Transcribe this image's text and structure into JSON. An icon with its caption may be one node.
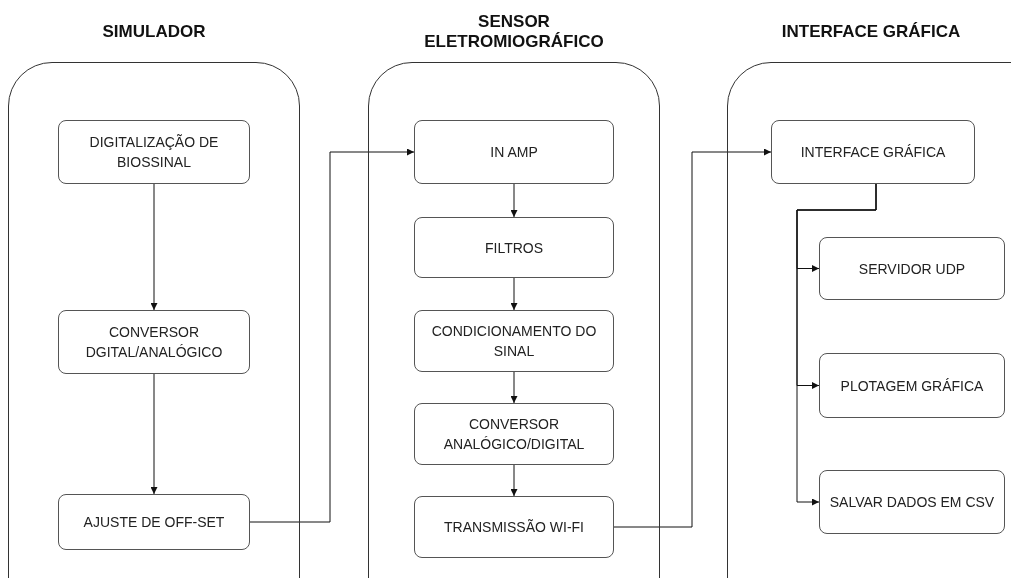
{
  "diagram": {
    "nodes": [
      {
        "text": [
          "SIMULADOR"
        ]
      },
      {
        "text": [
          "DIGITALIZAÇÃO DE BIOSSINAL"
        ],
        "in": 0
      },
      {
        "text": [
          "CONVERSOR DGITAL/ANALÓGICO"
        ],
        "in": 0
      },
      {
        "text": [
          "AJUSTE DE OFF-SET"
        ],
        "in": 0
      },
      {
        "text": [
          "SENSOR ELETROMIOGRÁFICO"
        ]
      },
      {
        "text": [
          "IN AMP"
        ],
        "in": 4
      },
      {
        "text": [
          "FILTROS"
        ],
        "in": 4
      },
      {
        "text": [
          "CONDICIONAMENTO DO SINAL"
        ],
        "in": 4
      },
      {
        "text": [
          "CONVERSOR ANALÓGICO/DIGITAL"
        ],
        "in": 4
      },
      {
        "text": [
          "TRANSMISSÃO WI-FI"
        ],
        "in": 4
      },
      {
        "text": [
          "INTERFACE GRÁFICA"
        ]
      },
      {
        "text": [
          "INTERFACE GRÁFICA"
        ],
        "in": 10
      },
      {
        "text": [
          "SERVIDOR UDP"
        ],
        "in": 10
      },
      {
        "text": [
          "PLOTAGEM GRÁFICA"
        ],
        "in": 10
      },
      {
        "text": [
          "SALVAR DADOS EM CSV"
        ],
        "in": 10
      }
    ],
    "edges": [
      {
        "from": 1,
        "to": 2,
        "arrow": "to"
      },
      {
        "from": 2,
        "to": 3,
        "arrow": "to"
      },
      {
        "from": 3,
        "to": 5,
        "arrow": "to"
      },
      {
        "from": 5,
        "to": 6,
        "arrow": "to"
      },
      {
        "from": 6,
        "to": 7,
        "arrow": "to"
      },
      {
        "from": 7,
        "to": 8,
        "arrow": "to"
      },
      {
        "from": 8,
        "to": 9,
        "arrow": "to"
      },
      {
        "from": 9,
        "to": 11,
        "arrow": "to"
      },
      {
        "from": 11,
        "to": 12,
        "arrow": "to"
      },
      {
        "from": 11,
        "to": 13,
        "arrow": "to"
      },
      {
        "from": 11,
        "to": 14,
        "arrow": "to"
      }
    ]
  }
}
